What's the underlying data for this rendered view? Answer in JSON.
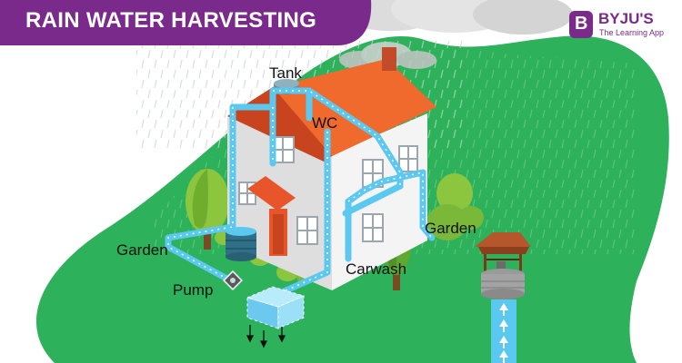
{
  "title": "RAIN WATER HARVESTING",
  "brand": {
    "logo_letter": "B",
    "name": "BYJU'S",
    "tagline": "The Learning App"
  },
  "labels": {
    "tank": "Tank",
    "wc": "WC",
    "garden_left": "Garden",
    "garden_right": "Garden",
    "pump": "Pump",
    "carwash": "Carwash"
  },
  "colors": {
    "banner": "#7a2a8a",
    "ground": "#2db15a",
    "pipe": "#5bc8f0",
    "roof": "#e8552b",
    "wall": "#f5f5f5",
    "tank": "#2f8fb5"
  }
}
